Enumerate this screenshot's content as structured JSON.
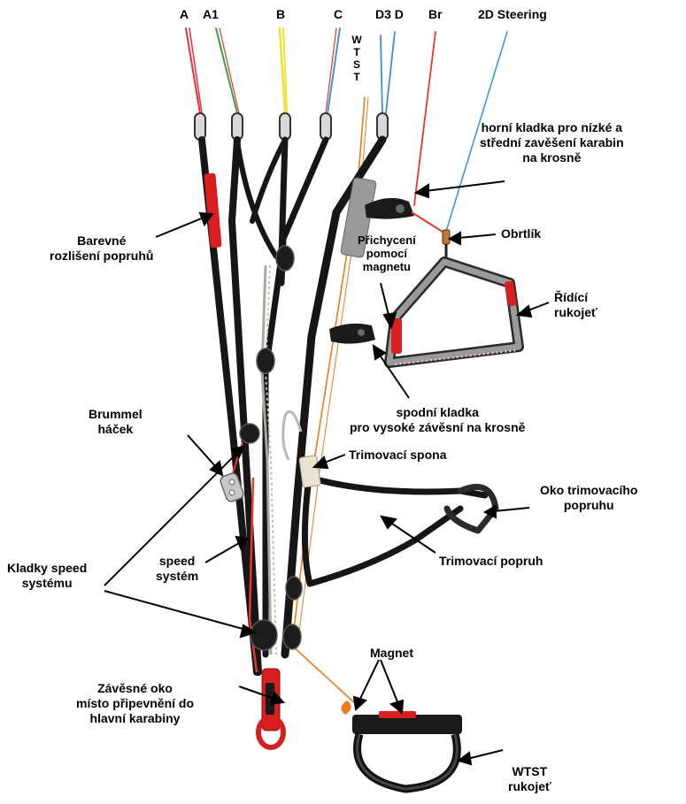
{
  "top_labels": {
    "a": "A",
    "a1": "A1",
    "b": "B",
    "c": "C",
    "d3d": "D3 D",
    "br": "Br",
    "steering": "2D Steering"
  },
  "wtst_vertical": [
    "W",
    "T",
    "S",
    "T"
  ],
  "labels": {
    "upper_pulley": [
      "horní kladka pro  nízké  a",
      "střední zavěšení karabin",
      "na krosně"
    ],
    "color_coding": [
      "Barevné",
      "rozlišení popruhů"
    ],
    "swivel": "Obrtlík",
    "magnet_attach": [
      "Přichycení",
      "pomocí",
      "magnetu"
    ],
    "brake_handle": [
      "Řídící",
      "rukojeť"
    ],
    "lower_pulley": [
      "spodní kladka",
      "pro vysoké závěsní na krosně"
    ],
    "brummel": [
      "Brummel",
      "háček"
    ],
    "trim_buckle": "Trimovací spona",
    "trim_loop": [
      "Oko trimovacího",
      "popruhu"
    ],
    "speed_system": [
      "speed",
      "systém"
    ],
    "trim_strap": "Trimovací popruh",
    "speed_pulleys": [
      "Kladky speed",
      "systému"
    ],
    "magnet": "Magnet",
    "main_loop": [
      "Závěsné oko",
      "místo připevnění do",
      "hlavní karabiny"
    ],
    "wtst_handle": [
      "WTST",
      "rukojeť"
    ]
  },
  "colors": {
    "a_line": "#e8303a",
    "a1_line": "#3aa040",
    "b_line": "#f2e030",
    "c_line": "#4a8fd8",
    "d_line": "#3f8fd0",
    "br_line": "#e33a2a",
    "steer_line": "#3f98d8",
    "wtst_line": "#f07a1c",
    "webbing": "#161616",
    "red_tag": "#d81e1e",
    "dyneema": "#a8a8a0"
  }
}
